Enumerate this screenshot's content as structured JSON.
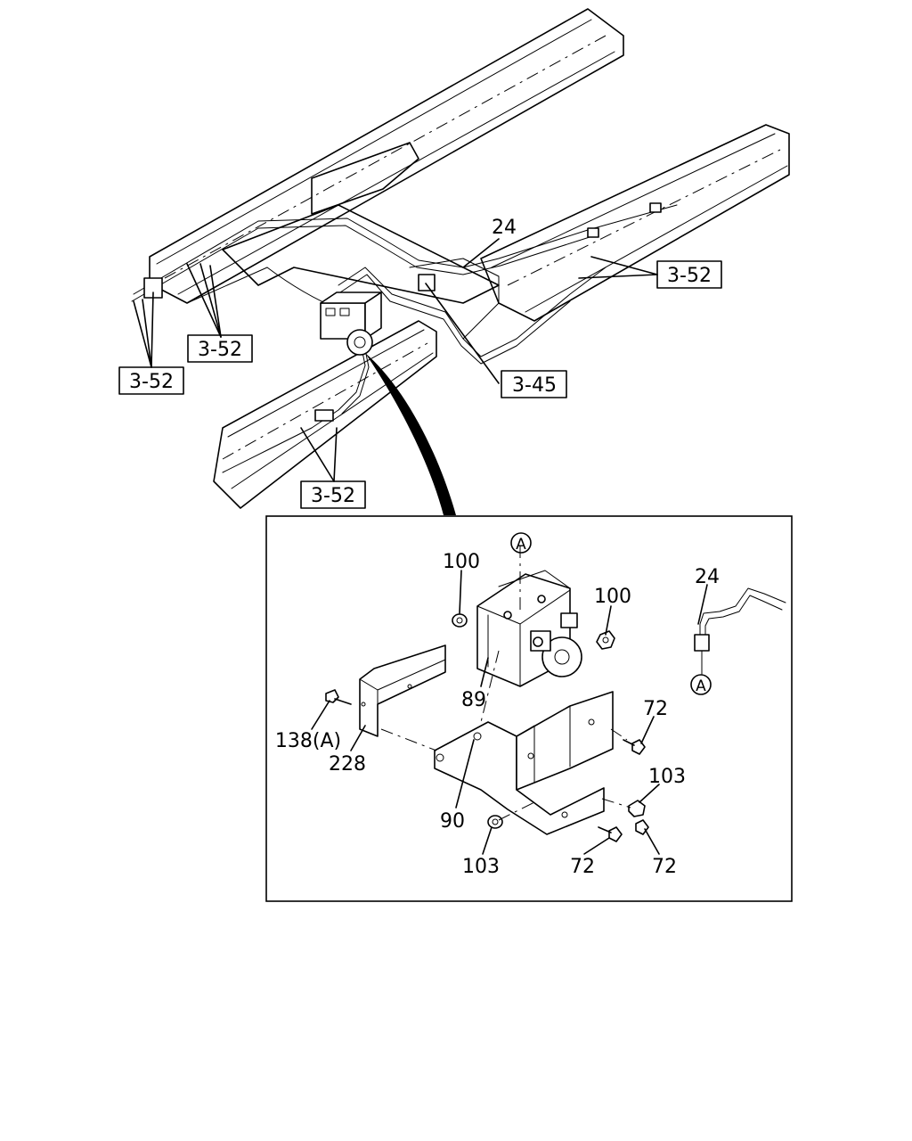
{
  "diagram": {
    "overview_refs": {
      "ref_top_right": "3-52",
      "ref_left_mid": "3-52",
      "ref_left_low": "3-52",
      "ref_center": "3-45",
      "ref_bottom": "3-52"
    },
    "overview_labels": {
      "pipe": "24"
    },
    "detail_labels": {
      "circle_top": "A",
      "circle_pipe": "A",
      "part_100_left": "100",
      "part_100_right": "100",
      "part_24": "24",
      "part_89": "89",
      "part_72_top": "72",
      "part_103_right": "103",
      "part_138": "138(A)",
      "part_228": "228",
      "part_90": "90",
      "part_103_bottom": "103",
      "part_72_bottom_left": "72",
      "part_72_bottom_right": "72"
    }
  }
}
